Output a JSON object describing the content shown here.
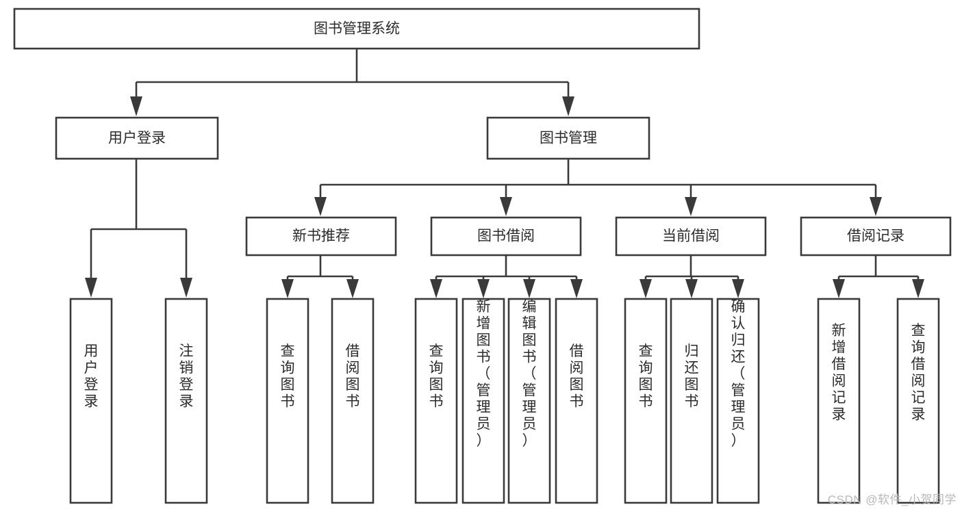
{
  "diagram": {
    "title": "图书管理系统",
    "type": "tree",
    "orientation": "top-down",
    "colors": {
      "background": "#ffffff",
      "box_fill": "#ffffff",
      "box_stroke": "#3a3a3a",
      "connector": "#3a3a3a",
      "label": "#2b2b2b",
      "watermark": "#b8b8b8"
    },
    "root": {
      "label": "图书管理系统",
      "orientation": "horizontal"
    },
    "level2": [
      {
        "label": "用户登录",
        "orientation": "horizontal"
      },
      {
        "label": "图书管理",
        "orientation": "horizontal"
      }
    ],
    "level3": [
      {
        "label": "新书推荐",
        "orientation": "horizontal",
        "parent": "图书管理"
      },
      {
        "label": "图书借阅",
        "orientation": "horizontal",
        "parent": "图书管理"
      },
      {
        "label": "当前借阅",
        "orientation": "horizontal",
        "parent": "图书管理"
      },
      {
        "label": "借阅记录",
        "orientation": "horizontal",
        "parent": "图书管理"
      }
    ],
    "leaves": {
      "user_login": [
        {
          "label": "用户登录",
          "orientation": "vertical"
        },
        {
          "label": "注销登录",
          "orientation": "vertical"
        }
      ],
      "new_book_recommend": [
        {
          "label": "查询图书",
          "orientation": "vertical"
        },
        {
          "label": "借阅图书",
          "orientation": "vertical"
        }
      ],
      "book_borrow": [
        {
          "label": "查询图书",
          "orientation": "vertical"
        },
        {
          "label": "新增图书（管理员）",
          "orientation": "vertical"
        },
        {
          "label": "编辑图书（管理员）",
          "orientation": "vertical"
        },
        {
          "label": "借阅图书",
          "orientation": "vertical"
        }
      ],
      "current_borrow": [
        {
          "label": "查询图书",
          "orientation": "vertical"
        },
        {
          "label": "归还图书",
          "orientation": "vertical"
        },
        {
          "label": "确认归还（管理员）",
          "orientation": "vertical"
        }
      ],
      "borrow_record": [
        {
          "label": "新增借阅记录",
          "orientation": "vertical"
        },
        {
          "label": "查询借阅记录",
          "orientation": "vertical"
        }
      ]
    }
  },
  "watermark": {
    "text": "CSDN @软件_小贺同学"
  }
}
